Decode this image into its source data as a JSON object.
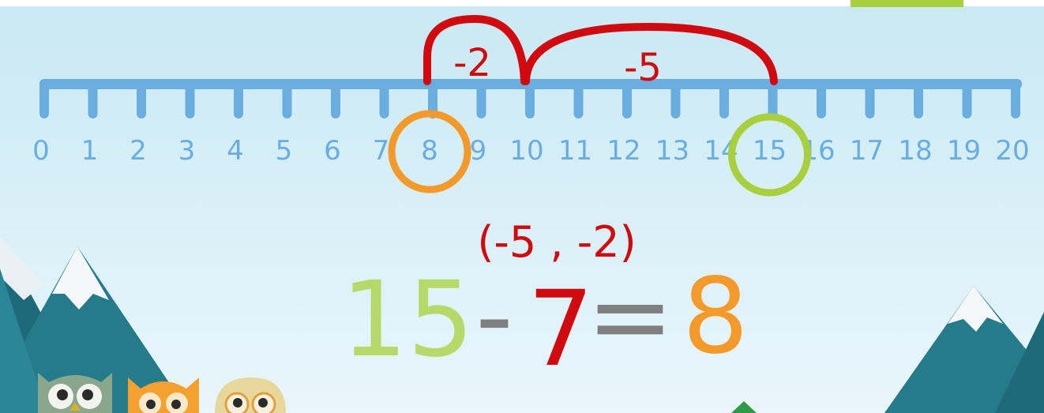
{
  "number_line": {
    "min": 0,
    "max": 20,
    "labels": [
      "0",
      "1",
      "2",
      "3",
      "4",
      "5",
      "6",
      "7",
      "8",
      "9",
      "10",
      "11",
      "12",
      "13",
      "14",
      "15",
      "16",
      "17",
      "18",
      "19",
      "20"
    ]
  },
  "jumps": [
    {
      "label": "-2"
    },
    {
      "label": "-5"
    }
  ],
  "highlights": {
    "start": 15,
    "end": 8
  },
  "decomposition": "(-5 , -2)",
  "equation": {
    "minuend": "15",
    "operator": "-",
    "subtrahend": "7",
    "equals": "=",
    "result": "8"
  },
  "colors": {
    "line": "#6aaee0",
    "jump": "#d10a10",
    "start_circle": "#a8cf3c",
    "end_circle": "#f39a2b",
    "minuend": "#b7d96a",
    "operator": "#7f7f7f",
    "result": "#f39a2b"
  }
}
